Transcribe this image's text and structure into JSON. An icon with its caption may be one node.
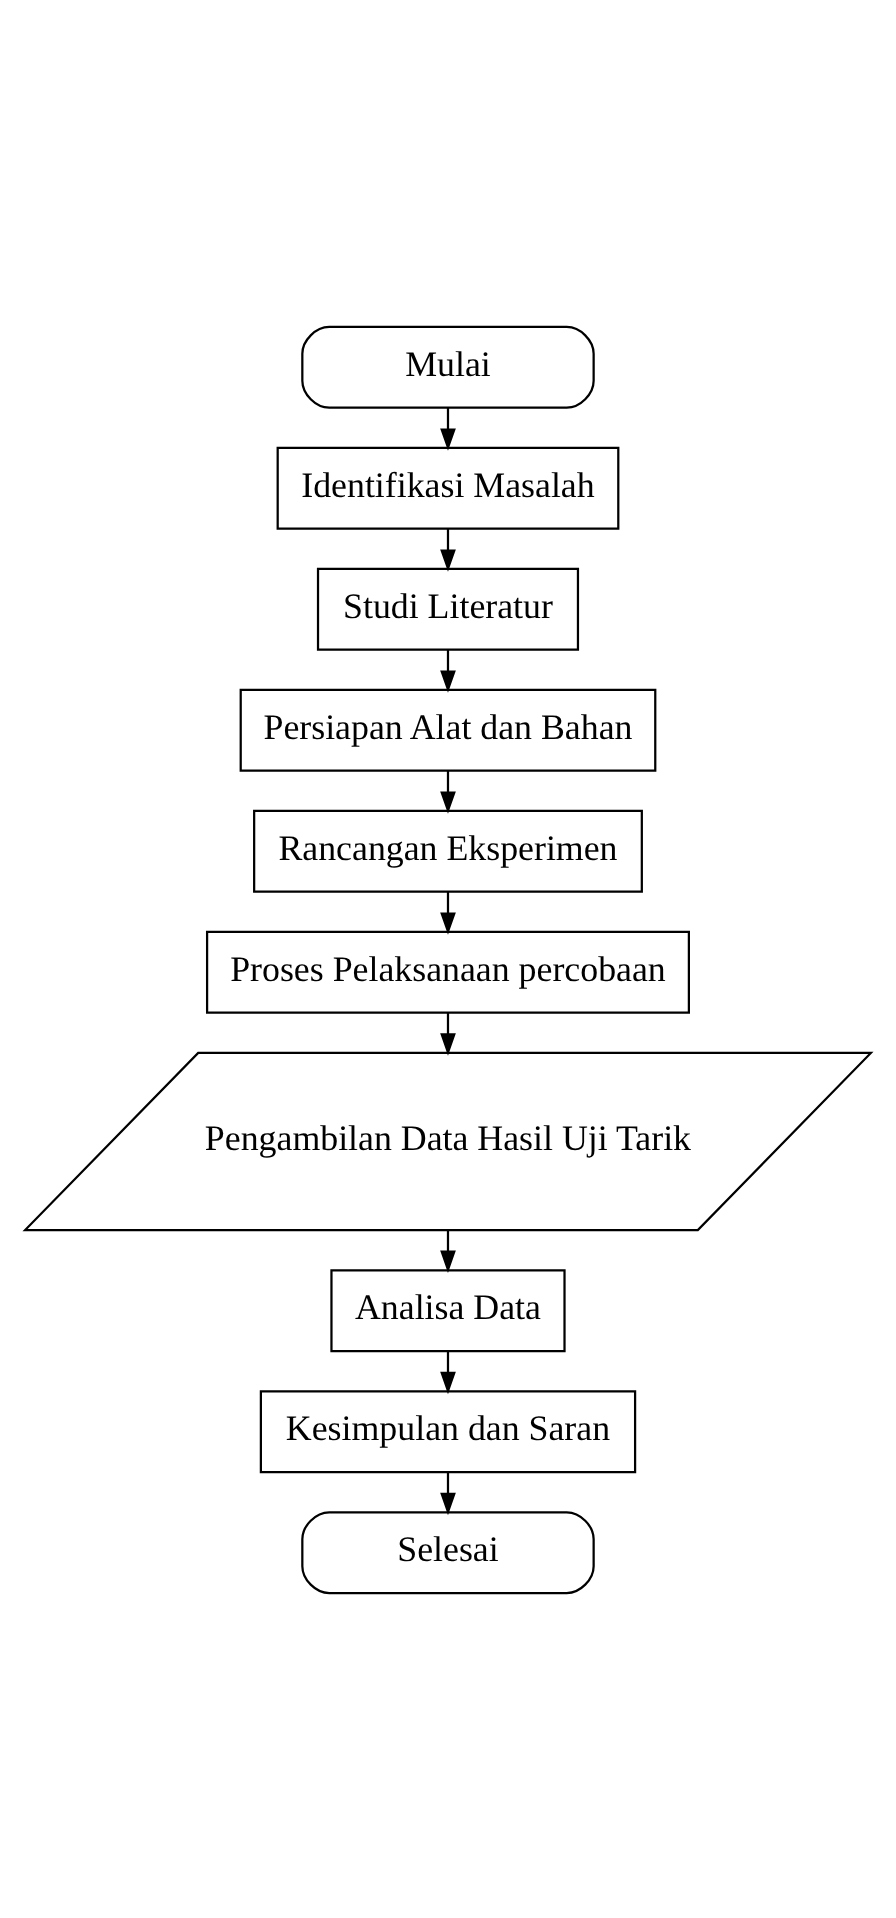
{
  "diagram": {
    "nodes": [
      {
        "text": [
          "Mulai"
        ]
      },
      {
        "text": [
          "Identifikasi Masalah"
        ]
      },
      {
        "text": [
          "Studi Literatur"
        ]
      },
      {
        "text": [
          "Persiapan Alat dan Bahan"
        ]
      },
      {
        "text": [
          "Rancangan Eksperimen"
        ]
      },
      {
        "text": [
          "Proses Pelaksanaan percobaan"
        ]
      },
      {
        "text": [
          "Pengambilan Data Hasil Uji Tarik"
        ]
      },
      {
        "text": [
          "Analisa Data"
        ]
      },
      {
        "text": [
          "Kesimpulan dan Saran"
        ]
      },
      {
        "text": [
          "Selesai"
        ]
      }
    ],
    "edges": [
      {
        "from": 0,
        "to": 1,
        "arrow": "to"
      },
      {
        "from": 1,
        "to": 2,
        "arrow": "to"
      },
      {
        "from": 2,
        "to": 3,
        "arrow": "to"
      },
      {
        "from": 3,
        "to": 4,
        "arrow": "to"
      },
      {
        "from": 4,
        "to": 5,
        "arrow": "to"
      },
      {
        "from": 5,
        "to": 6,
        "arrow": "to"
      },
      {
        "from": 6,
        "to": 7,
        "arrow": "to"
      },
      {
        "from": 7,
        "to": 8,
        "arrow": "to"
      },
      {
        "from": 8,
        "to": 9,
        "arrow": "to"
      }
    ]
  }
}
